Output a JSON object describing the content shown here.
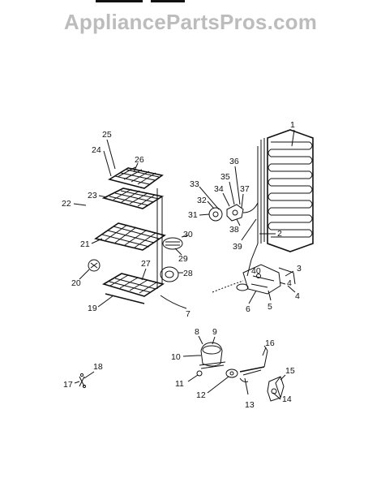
{
  "watermark": "AppliancePartsPros.com",
  "callouts": {
    "c1": "1",
    "c2": "2",
    "c3": "3",
    "c4": "4",
    "c5": "5",
    "c6": "6",
    "c7": "7",
    "c8": "8",
    "c9": "9",
    "c10": "10",
    "c11": "11",
    "c12": "12",
    "c13": "13",
    "c14": "14",
    "c15": "15",
    "c16": "16",
    "c17": "17",
    "c18": "18",
    "c19": "19",
    "c20": "20",
    "c21": "21",
    "c22": "22",
    "c23": "23",
    "c24": "24",
    "c25": "25",
    "c26": "26",
    "c27": "27",
    "c28": "28",
    "c29": "29",
    "c30": "30",
    "c31": "31",
    "c32": "32",
    "c33": "33",
    "c34": "34",
    "c35": "35",
    "c36": "36",
    "c37": "37",
    "c38": "38",
    "c39": "39",
    "c40": "40"
  }
}
